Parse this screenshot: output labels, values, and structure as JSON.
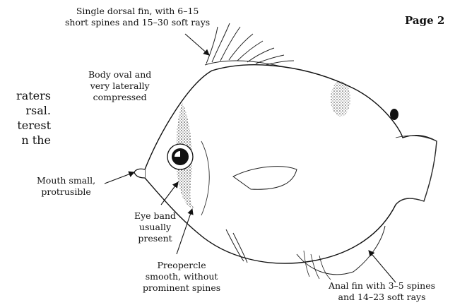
{
  "page": {
    "label": "Page 2"
  },
  "body_text": {
    "lines": [
      "raters",
      "rsal.",
      "terest",
      "n the"
    ]
  },
  "labels": {
    "dorsal": [
      "Single dorsal fin, with 6–15",
      "short spines and 15–30 soft rays"
    ],
    "body": [
      "Body oval and",
      "very laterally",
      "compressed"
    ],
    "mouth": [
      "Mouth small,",
      "protrusible"
    ],
    "eye_band": [
      "Eye band",
      "usually",
      "present"
    ],
    "preopercle": [
      "Preopercle",
      "smooth, without",
      "prominent spines"
    ],
    "anal": [
      "Anal fin with 3–5 spines",
      "and 14–23 soft rays"
    ]
  }
}
